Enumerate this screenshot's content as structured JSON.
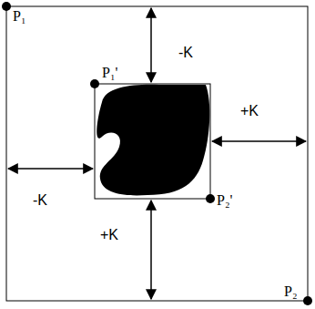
{
  "diagram": {
    "labels": [
      "P₁",
      "-K",
      "P₁'",
      "+K",
      "-K",
      "P₂'",
      "+K",
      "P₂"
    ]
  }
}
